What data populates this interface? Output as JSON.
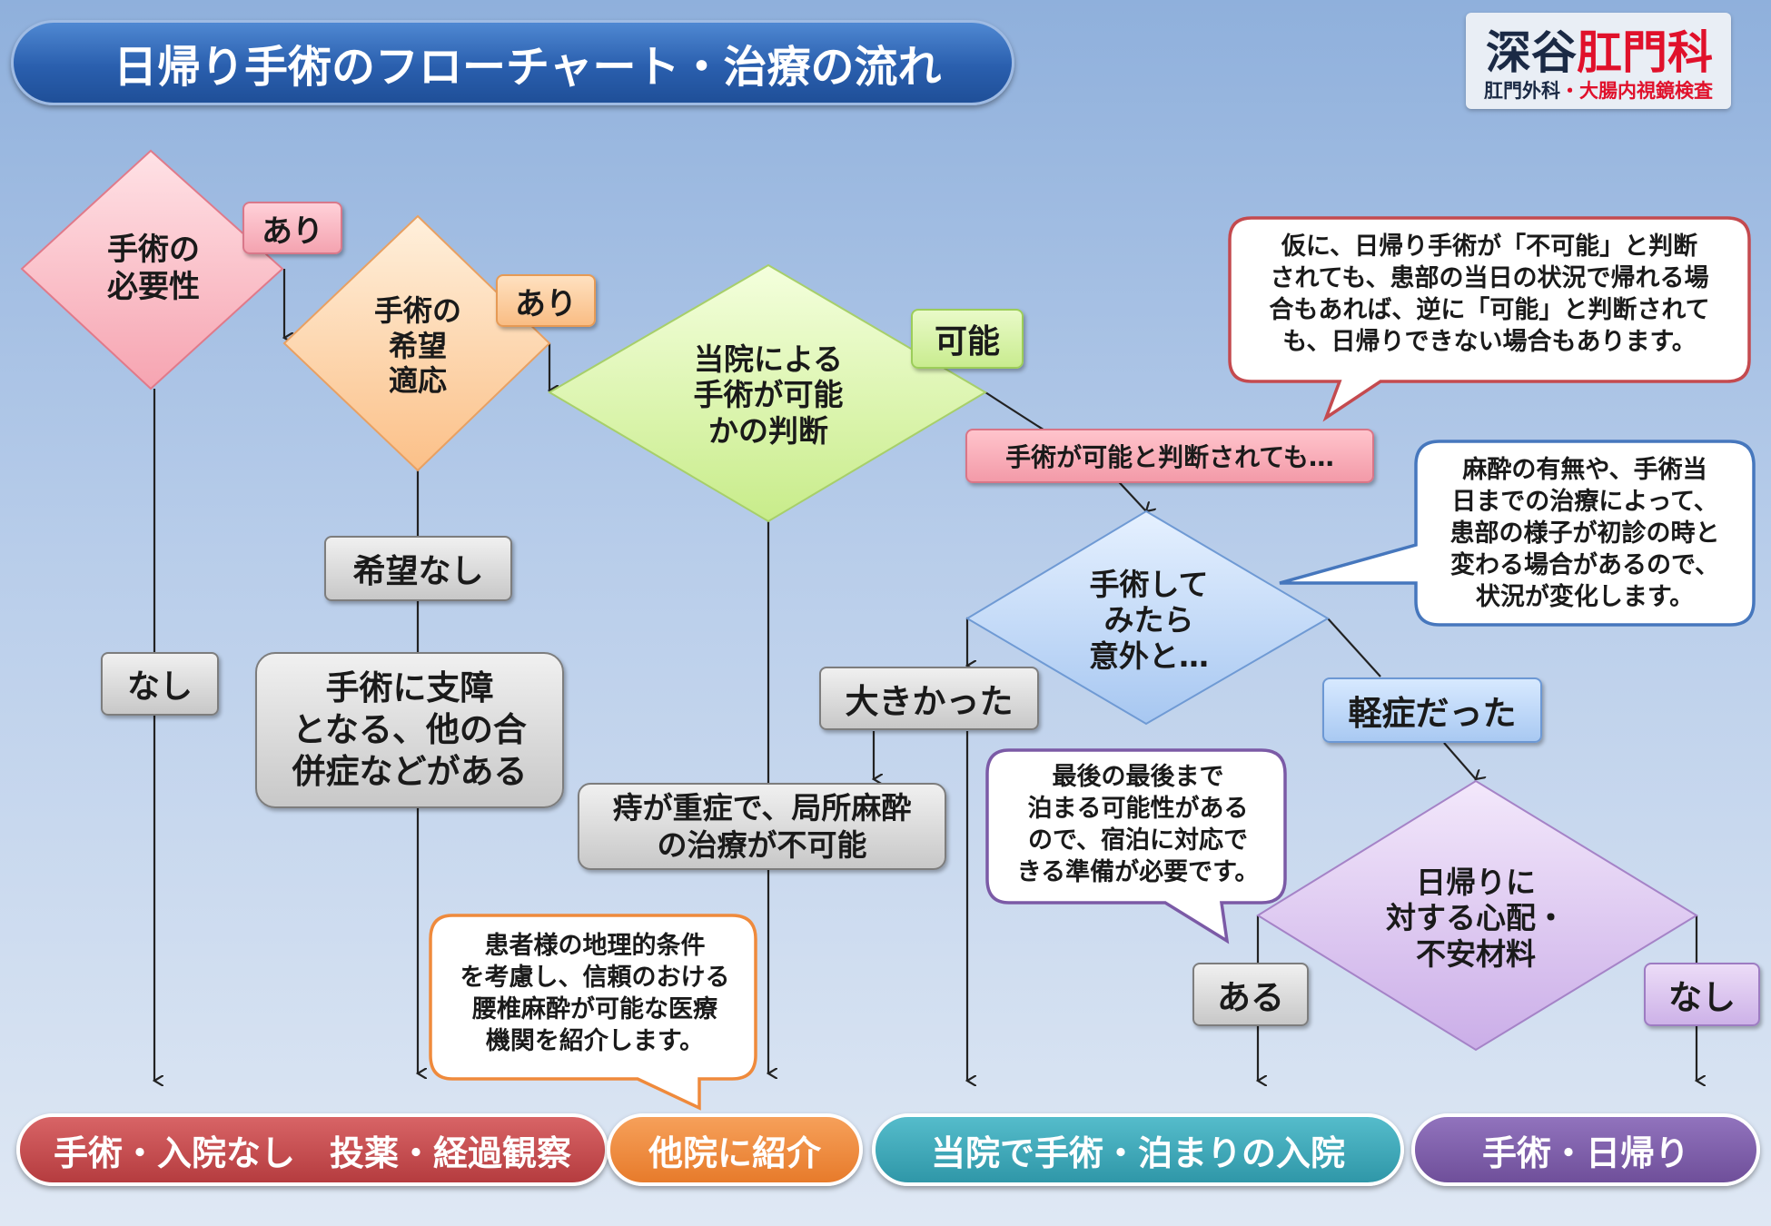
{
  "title": "日帰り手術のフローチャート・治療の流れ",
  "logo": {
    "name_part1": "深谷",
    "name_part2": "肛門科",
    "sub_part1": "肛門外科",
    "sub_part2": "・大腸内視鏡検査"
  },
  "diamonds": {
    "need_surgery": "手術の\n必要性",
    "wish": "手術の\n希望\n適応",
    "judgement": "当院による\n手術が可能\nかの判断",
    "after_surgery": "手術して\nみたら\n意外と…",
    "worry": "日帰りに\n対する心配・\n不安材料"
  },
  "tags": {
    "ari1": "あり",
    "ari2": "あり",
    "possible": "可能",
    "no_wish": "希望なし",
    "nashi1": "なし",
    "complication": "手術に支障\nとなる、他の合\n併症などがある",
    "severe": "痔が重症で、局所麻酔\nの治療が不可能",
    "even_if": "手術が可能と判断されても…",
    "bigger": "大きかった",
    "mild": "軽症だった",
    "aru": "ある",
    "nashi2": "なし"
  },
  "bubbles": {
    "top_right": "仮に、日帰り手術が「不可能」と判断\nされても、患部の当日の状況で帰れる場\n合もあれば、逆に「可能」と判断されて\nも、日帰りできない場合もあります。",
    "anesthesia": "麻酔の有無や、手術当\n日までの治療によって、\n患部の様子が初診の時と\n変わる場合があるので、\n状況が変化します。",
    "stay": "最後の最後まで\n泊まる可能性がある\nので、宿泊に対応で\nきる準備が必要です。",
    "referral": "患者様の地理的条件\nを考慮し、信頼のおける\n腰椎麻酔が可能な医療\n機関を紹介します。"
  },
  "outcomes": {
    "no_surgery": "手術・入院なし　投薬・経過観察",
    "referral": "他院に紹介",
    "inpatient": "当院で手術・泊まりの入院",
    "day_surgery": "手術・日帰り"
  },
  "colors": {
    "red_outcome": "#c64a4c",
    "orange_outcome": "#ef8a3c",
    "teal_outcome": "#3fa8b8",
    "purple_outcome": "#7f5ea8"
  }
}
